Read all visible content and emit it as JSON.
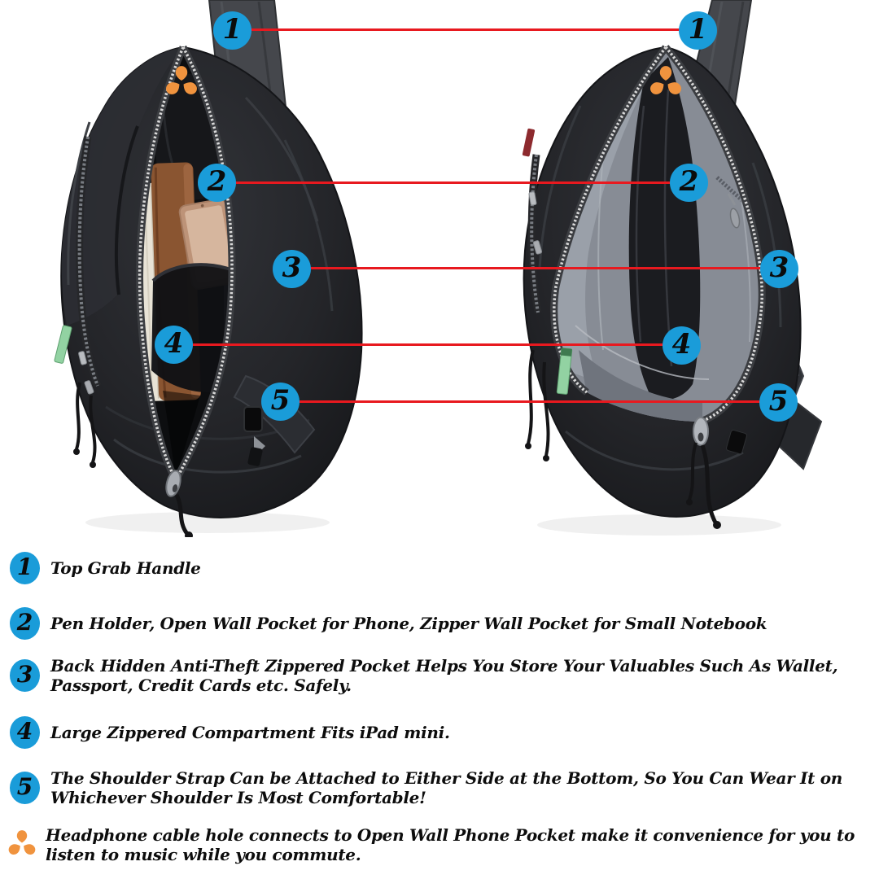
{
  "colors": {
    "badge_blue": "#1a9cd9",
    "line_red": "#e8191f",
    "logo_orange": "#f0933e",
    "background": "#ffffff",
    "bag_black": "#222326",
    "lining_gray": "#878c95",
    "tag_green": "#92d2a2"
  },
  "callouts": [
    {
      "n": "1"
    },
    {
      "n": "2"
    },
    {
      "n": "3"
    },
    {
      "n": "4"
    },
    {
      "n": "5"
    }
  ],
  "features": [
    {
      "num": "1",
      "text": "Top Grab Handle"
    },
    {
      "num": "2",
      "text": "Pen Holder, Open Wall Pocket for Phone, Zipper Wall Pocket for Small Notebook"
    },
    {
      "num": "3",
      "text": "Back Hidden Anti-Theft Zippered Pocket Helps You Store Your Valuables Such As Wallet, Passport, Credit Cards etc. Safely."
    },
    {
      "num": "4",
      "text": "Large Zippered Compartment Fits iPad mini."
    },
    {
      "num": "5",
      "text": "The Shoulder Strap Can be Attached to Either Side at the Bottom, So You Can Wear It on Whichever Shoulder Is Most Comfortable!"
    },
    {
      "num": "",
      "text": "Headphone cable hole connects to Open Wall Phone Pocket make it convenience for you to listen to music while you commute."
    }
  ]
}
